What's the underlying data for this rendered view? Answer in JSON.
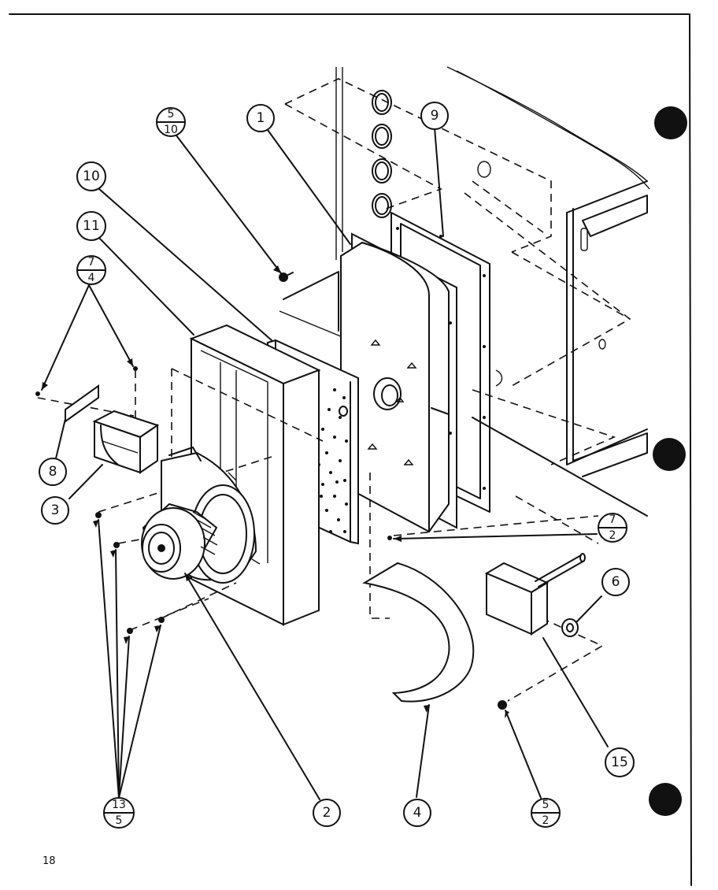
{
  "page_number": "18",
  "callouts": [
    {
      "id": "c1",
      "label": "1"
    },
    {
      "id": "c9",
      "label": "9"
    },
    {
      "id": "c10",
      "label": "10"
    },
    {
      "id": "c11",
      "label": "11"
    },
    {
      "id": "c8",
      "label": "8"
    },
    {
      "id": "c3",
      "label": "3"
    },
    {
      "id": "c6",
      "label": "6"
    },
    {
      "id": "c15",
      "label": "15"
    },
    {
      "id": "c2",
      "label": "2"
    },
    {
      "id": "c4",
      "label": "4"
    }
  ],
  "fraction_callouts": [
    {
      "id": "f510",
      "top": "5",
      "bottom": "10"
    },
    {
      "id": "f74",
      "top": "7",
      "bottom": "4"
    },
    {
      "id": "f72",
      "top": "7",
      "bottom": "2"
    },
    {
      "id": "f135",
      "top": "13",
      "bottom": "5"
    },
    {
      "id": "f52",
      "top": "5",
      "bottom": "2"
    }
  ]
}
